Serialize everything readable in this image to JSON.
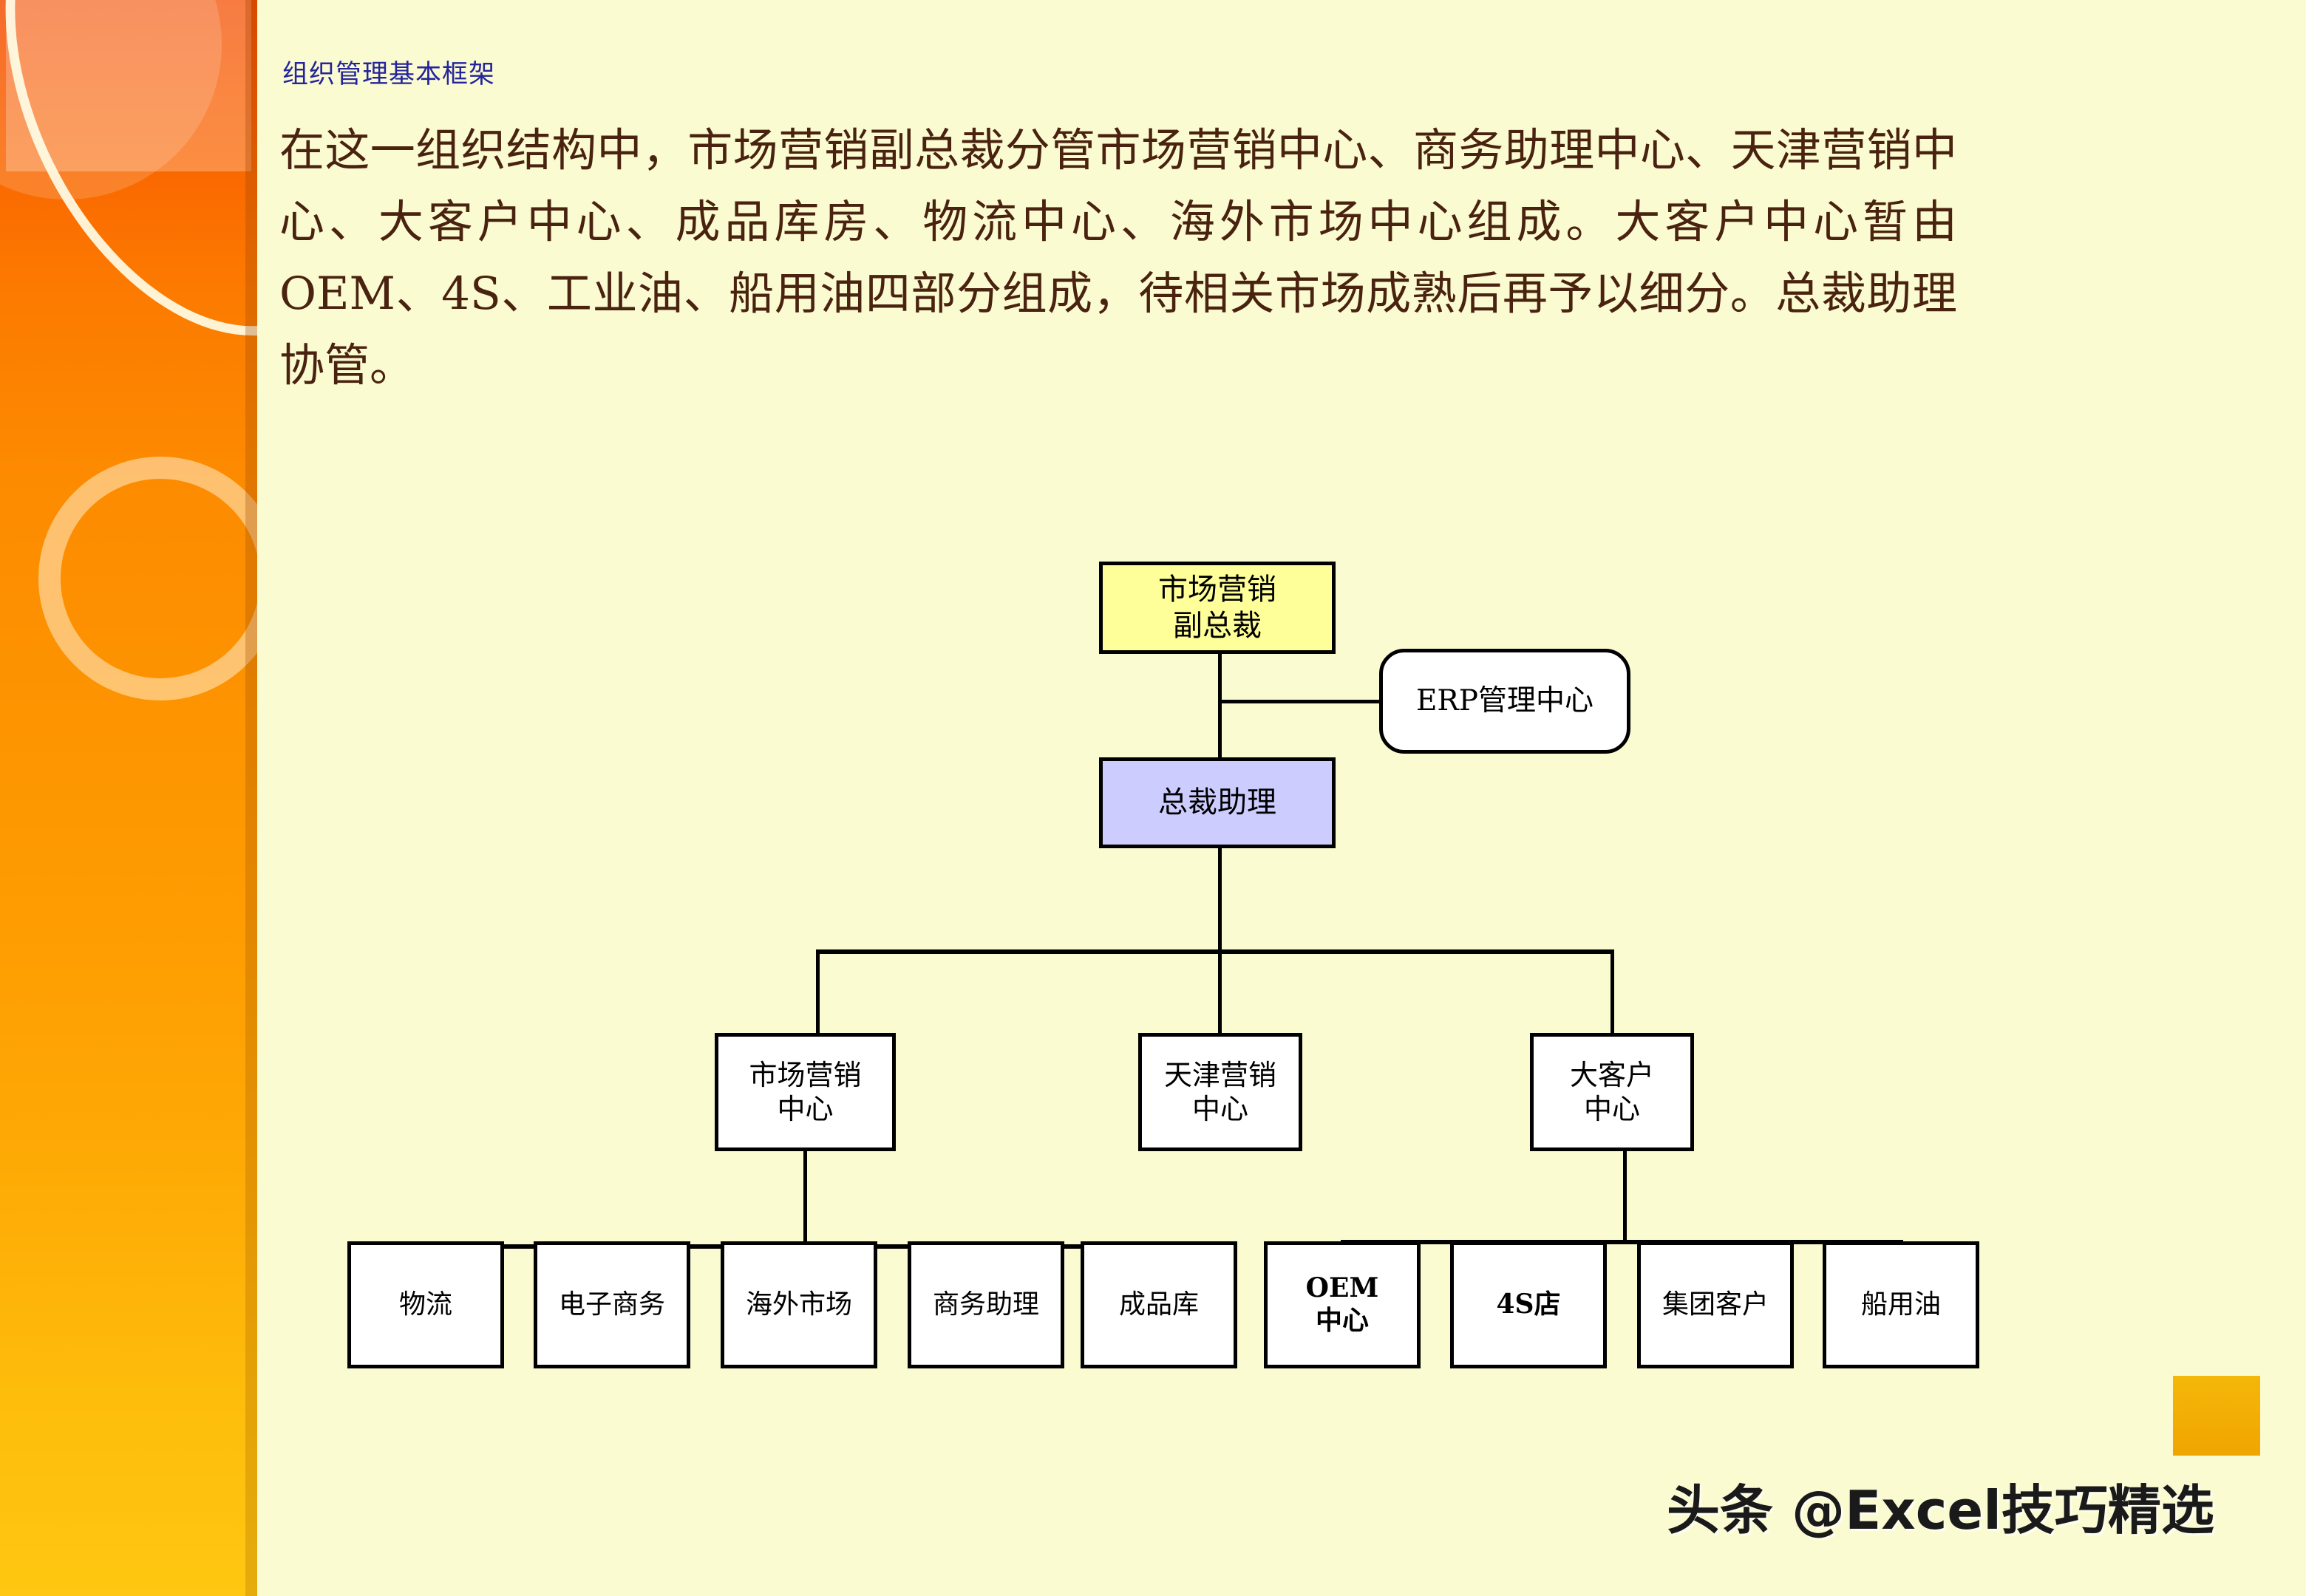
{
  "heading": "组织管理基本框架",
  "body_text": "在这一组织结构中，市场营销副总裁分管市场营销中心、商务助理中心、天津营销中心、大客户中心、成品库房、物流中心、海外市场中心组成。大客户中心暂由OEM、4S、工业油、船用油四部分组成，待相关市场成熟后再予以细分。总裁助理协管。",
  "watermark": "头条 @Excel技巧精选",
  "colors": {
    "slide_background": "#fbfbd2",
    "sidebar_top": "#f44f00",
    "sidebar_bottom": "#ffc711",
    "heading_text": "#24249c",
    "body_text": "#4a2310",
    "vp_box_fill": "#ffff99",
    "assistant_box_fill": "#ccccff",
    "node_fill": "#ffffff",
    "node_border": "#000000",
    "watermark_square": "#f0a500"
  },
  "chart_data": {
    "type": "diagram",
    "title": "组织管理基本框架",
    "nodes": [
      {
        "id": "vp",
        "label": "市场营销\n副总裁",
        "level": 0,
        "fill": "#ffff99"
      },
      {
        "id": "erp",
        "label": "ERP管理中心",
        "level": 0,
        "fill": "#ffffff",
        "shape": "rounded"
      },
      {
        "id": "assist",
        "label": "总裁助理",
        "level": 1,
        "fill": "#ccccff"
      },
      {
        "id": "mkt",
        "label": "市场营销\n中心",
        "level": 2,
        "fill": "#ffffff"
      },
      {
        "id": "tianjin",
        "label": "天津营销\n中心",
        "level": 2,
        "fill": "#ffffff"
      },
      {
        "id": "keyacct",
        "label": "大客户\n中心",
        "level": 2,
        "fill": "#ffffff"
      },
      {
        "id": "logi",
        "label": "物流",
        "level": 3,
        "fill": "#ffffff"
      },
      {
        "id": "ecomm",
        "label": "电子商务",
        "level": 3,
        "fill": "#ffffff"
      },
      {
        "id": "oversea",
        "label": "海外市场",
        "level": 3,
        "fill": "#ffffff"
      },
      {
        "id": "bizassist",
        "label": "商务助理",
        "level": 3,
        "fill": "#ffffff"
      },
      {
        "id": "finished",
        "label": "成品库",
        "level": 3,
        "fill": "#ffffff"
      },
      {
        "id": "oem",
        "label": "OEM\n中心",
        "level": 3,
        "fill": "#ffffff"
      },
      {
        "id": "fours",
        "label": "4S店",
        "level": 3,
        "fill": "#ffffff"
      },
      {
        "id": "group",
        "label": "集团客户",
        "level": 3,
        "fill": "#ffffff"
      },
      {
        "id": "marine",
        "label": "船用油",
        "level": 3,
        "fill": "#ffffff"
      }
    ],
    "edges": [
      {
        "from": "vp",
        "to": "assist"
      },
      {
        "from": "vp",
        "to": "erp",
        "style": "staff"
      },
      {
        "from": "assist",
        "to": "mkt"
      },
      {
        "from": "assist",
        "to": "tianjin"
      },
      {
        "from": "assist",
        "to": "keyacct"
      },
      {
        "from": "mkt",
        "to": "logi"
      },
      {
        "from": "mkt",
        "to": "ecomm"
      },
      {
        "from": "mkt",
        "to": "oversea"
      },
      {
        "from": "mkt",
        "to": "bizassist"
      },
      {
        "from": "mkt",
        "to": "finished"
      },
      {
        "from": "keyacct",
        "to": "oem"
      },
      {
        "from": "keyacct",
        "to": "fours"
      },
      {
        "from": "keyacct",
        "to": "group"
      },
      {
        "from": "keyacct",
        "to": "marine"
      }
    ]
  },
  "chart": {
    "vp_line1": "市场营销",
    "vp_line2": "副总裁",
    "erp": "ERP管理中心",
    "assistant": "总裁助理",
    "mkt_line1": "市场营销",
    "mkt_line2": "中心",
    "tianjin_line1": "天津营销",
    "tianjin_line2": "中心",
    "keyacct_line1": "大客户",
    "keyacct_line2": "中心",
    "leaf_logistics": "物流",
    "leaf_ecommerce": "电子商务",
    "leaf_overseas": "海外市场",
    "leaf_bizassist": "商务助理",
    "leaf_finished": "成品库",
    "leaf_oem_line1": "OEM",
    "leaf_oem_line2": "中心",
    "leaf_4s": "4S店",
    "leaf_group": "集团客户",
    "leaf_marine": "船用油"
  }
}
